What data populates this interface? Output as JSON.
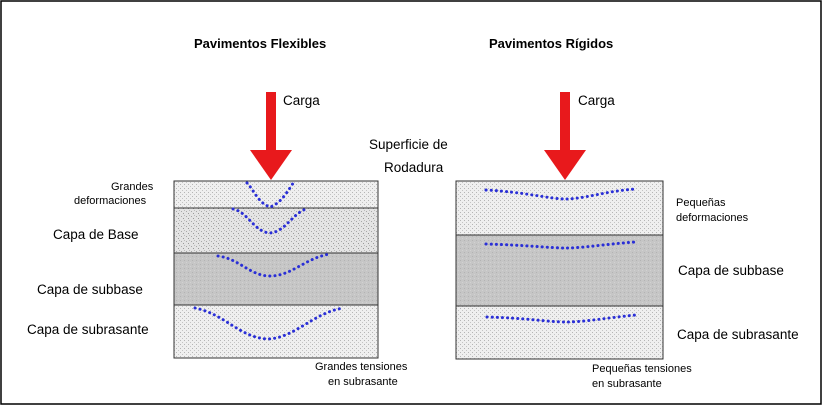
{
  "titles": {
    "flexible": "Pavimentos Flexibles",
    "rigid": "Pavimentos Rígidos"
  },
  "load": {
    "left": "Carga",
    "right": "Carga"
  },
  "surface": {
    "line1": "Superficie de",
    "line2": "Rodadura"
  },
  "flexible_layers": {
    "top_line1": "Grandes",
    "top_line2": "deformaciones",
    "base": "Capa de Base",
    "subbase": "Capa de subbase",
    "subgrade": "Capa de subrasante",
    "note_line1": "Grandes tensiones",
    "note_line2": "en subrasante"
  },
  "rigid_layers": {
    "top_line1": "Pequeñas",
    "top_line2": "deformaciones",
    "subbase": "Capa de subbase",
    "subgrade": "Capa de subrasante",
    "note_line1": "Pequeñas tensiones",
    "note_line2": "en subrasante"
  },
  "colors": {
    "arrow": "#e8191c",
    "dots": "#2a2fd6",
    "subbase_fill": "#c8c8c8",
    "light_fill": "#ececec"
  }
}
